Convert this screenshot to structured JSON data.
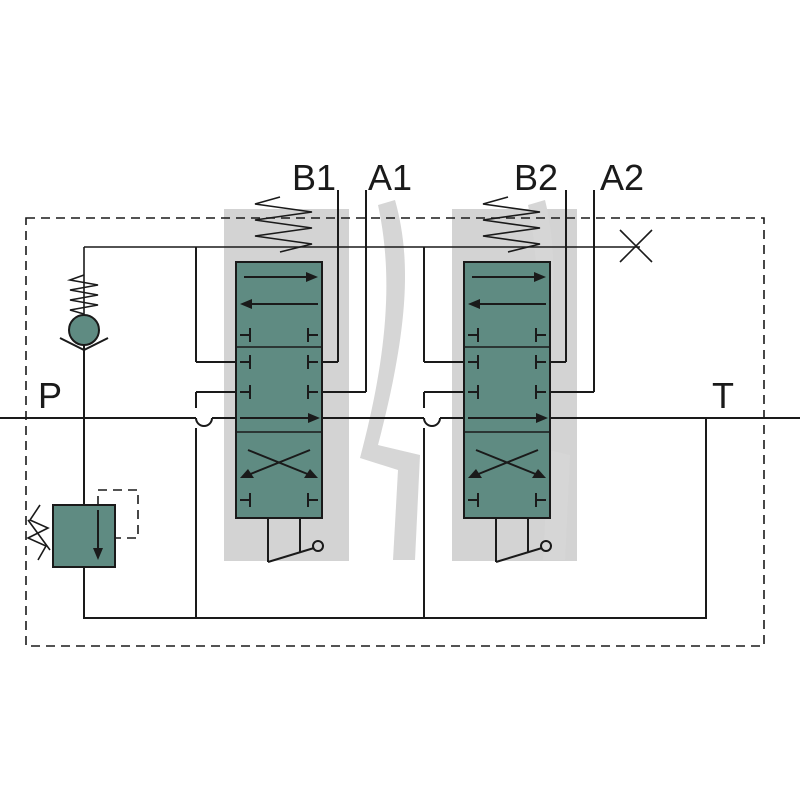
{
  "labels": {
    "port_p": "P",
    "port_t": "T",
    "port_b1": "B1",
    "port_a1": "A1",
    "port_b2": "B2",
    "port_a2": "A2"
  },
  "colors": {
    "line": "#1a1a1a",
    "valve_fill": "#5f8b82",
    "watermark": "#d3d3d3",
    "background": "#ffffff"
  },
  "icons": {
    "relief_valve": "pressure-relief-valve-icon",
    "check_valve": "spring-check-valve-icon",
    "spool_valve": "directional-spool-valve-icon",
    "lever": "hand-lever-icon",
    "spring": "return-spring-icon",
    "plug": "plugged-port-icon",
    "watermark": "logo-watermark-icon"
  }
}
